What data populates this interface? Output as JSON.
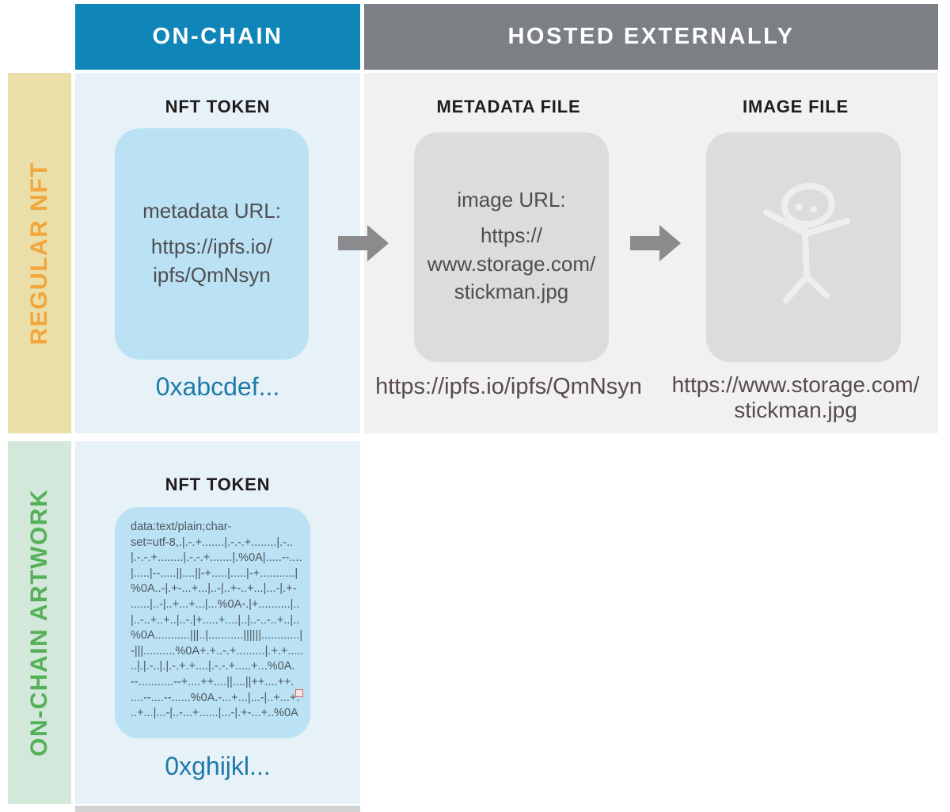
{
  "header": {
    "on_chain_label": "ON-CHAIN",
    "hosted_label": "HOSTED EXTERNALLY"
  },
  "regular_nft_row": {
    "row_label": "REGULAR NFT",
    "nft_token": {
      "heading": "NFT TOKEN",
      "field_label": "metadata URL:",
      "field_value": "https://ipfs.io/\nipfs/QmNsyn",
      "caption": "0xabcdef..."
    },
    "metadata_file": {
      "heading": "METADATA FILE",
      "field_label": "image URL:",
      "field_value": "https://\nwww.storage.com/\nstickman.jpg",
      "caption": "https://ipfs.io/ipfs/QmNsyn"
    },
    "image_file": {
      "heading": "IMAGE FILE",
      "image_name": "stickman-drawing",
      "caption": "https://www.storage.com/\nstickman.jpg"
    }
  },
  "onchain_artwork_row": {
    "row_label": "ON-CHAIN ARTWORK",
    "nft_token": {
      "heading": "NFT TOKEN",
      "data_uri": "data:text/plain;char-\nset=utf-8,.|.-.+.......|.-.-.+........|.-..\n|.-.-.+........|.-.-.+.......|.%0A|.....--......\n|.....|--.....||....||-+.....|.....|-+...........|\n%0A..-|.+-...+...|..-|..+-..+...|...-|.+-\n......|..-|..+...+...|...%0A-.|+..........|..\n|..-..+..+..|..-.|+.....+....|..|..-..-..+..|..\n%0A...........|||..|...........||||||............|-\n-|||..........%0A+.+..-.+.........|.+.+.....\n..|.|.-..|.|.-.+.+....|.-.-.+.....+...%0A.\n--...........--+....++....||....||++....++.\n....--....--......%0A.-...+...|...-|..+...+.\n..+...|...-|..-...+......|...-|.+-...+..%0A",
      "caption": "0xghijkl..."
    }
  },
  "colors": {
    "on_chain_header_bg": "#1086b8",
    "hosted_header_bg": "#7c8084",
    "regular_row_bar_bg": "#ebdfa9",
    "regular_row_label_text": "#f2a63c",
    "artwork_row_bar_bg": "#d3e7db",
    "artwork_row_label_text": "#55b157",
    "on_chain_panel_bg": "#e7f1f8",
    "hosted_panel_bg": "#f1f1f2",
    "token_box_bg": "#bae1f4",
    "file_box_bg": "#dcdcdd",
    "hash_text": "#1d7aa8",
    "caption_text": "#574b4e",
    "arrow_fill": "#8b8b8d"
  }
}
